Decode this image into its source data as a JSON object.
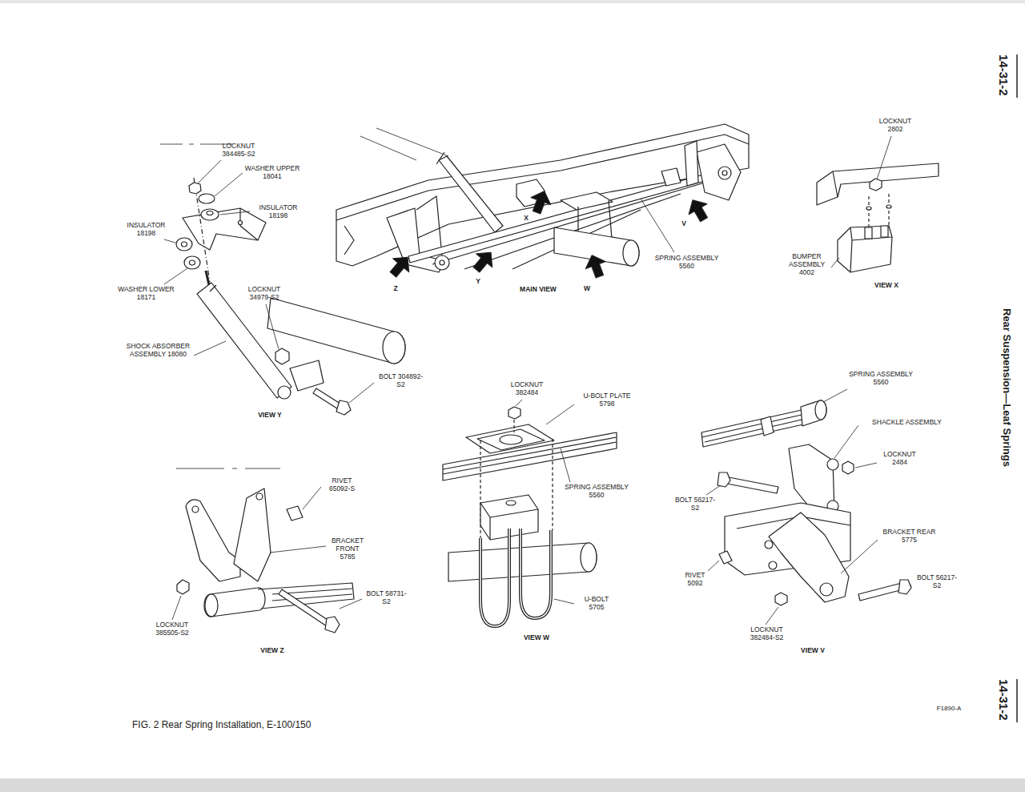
{
  "diagram": {
    "caption": "FIG. 2 Rear Spring Installation, E-100/150",
    "labels": [
      "14-31-2",
      "Rear Suspension—Leaf Springs",
      "14-31-2",
      "LOCKNUT 384485-S2",
      "WASHER UPPER 18041",
      "INSULATOR 18198",
      "INSULATOR 18198",
      "WASHER LOWER 18171",
      "LOCKNUT 34979-S2",
      "SHOCK ABSORBER ASSEMBLY 18080",
      "BOLT 304892-S2",
      "VIEW Y",
      "Z",
      "Y",
      "X",
      "W",
      "V",
      "MAIN VIEW",
      "SPRING ASSEMBLY 5560",
      "LOCKNUT 2802",
      "BUMPER ASSEMBLY 4002",
      "VIEW X",
      "RIVET 65092-S",
      "BRACKET FRONT 5785",
      "BOLT 58731-S2",
      "LOCKNUT 385505-S2",
      "VIEW Z",
      "LOCKNUT 382484",
      "U-BOLT PLATE 5798",
      "SPRING ASSEMBLY 5560",
      "U-BOLT 5705",
      "VIEW W",
      "SPRING ASSEMBLY 5560",
      "SHACKLE ASSEMBLY",
      "LOCKNUT 2484",
      "BOLT 56217-S2",
      "BRACKET REAR 5775",
      "RIVET 5092",
      "BOLT 56217-S2",
      "LOCKNUT 382484-S2",
      "VIEW V",
      "F1890-A"
    ]
  }
}
